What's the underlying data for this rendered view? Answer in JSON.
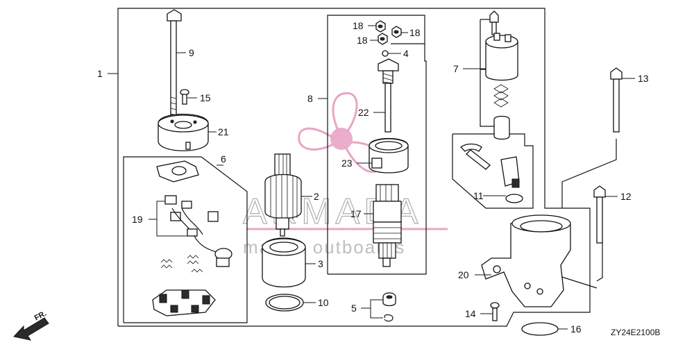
{
  "diagram": {
    "code": "ZY24E2100B",
    "direction_label": "FR.",
    "watermark": {
      "brand": "ARMADA",
      "tagline": "marine outboards",
      "color": "#e8a5c6"
    },
    "callouts": [
      {
        "num": "1"
      },
      {
        "num": "2"
      },
      {
        "num": "3"
      },
      {
        "num": "4"
      },
      {
        "num": "5"
      },
      {
        "num": "6"
      },
      {
        "num": "7"
      },
      {
        "num": "8"
      },
      {
        "num": "9"
      },
      {
        "num": "10"
      },
      {
        "num": "11"
      },
      {
        "num": "12"
      },
      {
        "num": "13"
      },
      {
        "num": "14"
      },
      {
        "num": "15"
      },
      {
        "num": "16"
      },
      {
        "num": "17"
      },
      {
        "num": "18"
      },
      {
        "num": "18"
      },
      {
        "num": "18"
      },
      {
        "num": "19"
      },
      {
        "num": "20"
      },
      {
        "num": "21"
      },
      {
        "num": "22"
      },
      {
        "num": "23"
      }
    ]
  }
}
